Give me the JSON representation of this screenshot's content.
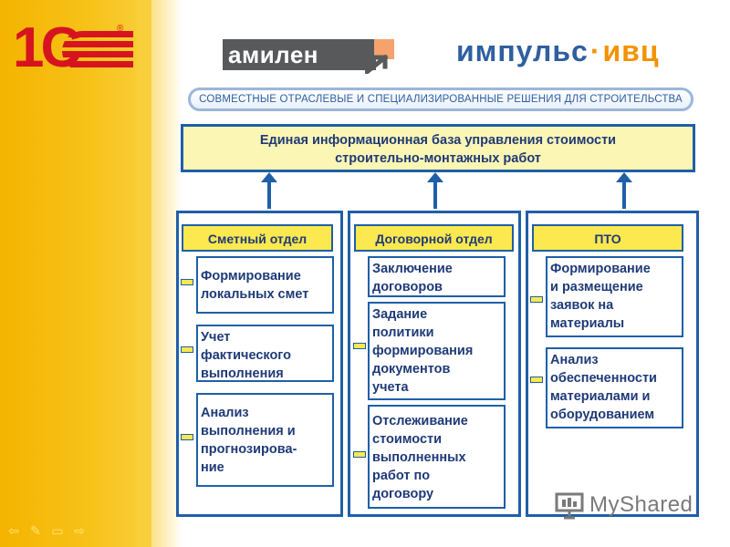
{
  "logos": {
    "one_c": "1С",
    "registered_mark": "®",
    "amilen": "амилен",
    "impuls_part1": "импульс",
    "impuls_separator": "·",
    "impuls_part2": "ивц"
  },
  "tagline": "СОВМЕСТНЫЕ ОТРАСЛЕВЫЕ И СПЕЦИАЛИЗИРОВАННЫЕ РЕШЕНИЯ ДЛЯ СТРОИТЕЛЬСТВА",
  "main_box": {
    "line1": "Единая информационная база управления стоимости",
    "line2": "строительно-монтажных работ"
  },
  "departments": [
    {
      "name": "Сметный отдел",
      "tasks": [
        [
          "Формирование",
          "локальных смет"
        ],
        [
          "Учет",
          "фактического",
          "выполнения"
        ],
        [
          "Анализ",
          "выполнения и",
          "прогнозирова-",
          "ние"
        ]
      ]
    },
    {
      "name": "Договорной отдел",
      "tasks": [
        [
          "Заключение",
          "договоров"
        ],
        [
          "Задание",
          "политики",
          "формирования",
          "документов",
          "учета"
        ],
        [
          "Отслеживание",
          "стоимости",
          "выполненных",
          "работ по",
          "договору"
        ]
      ]
    },
    {
      "name": "ПТО",
      "tasks": [
        [
          "Формирование",
          "и размещение",
          "заявок на",
          "материалы"
        ],
        [
          "Анализ",
          "обеспеченности",
          "материалами и",
          "оборудованием"
        ]
      ]
    }
  ],
  "navigation": {
    "prev_icon": "arrow-left-icon",
    "edit_icon": "pen-icon",
    "menu_icon": "slide-menu-icon",
    "next_icon": "arrow-right-icon"
  },
  "watermark": "MyShared",
  "colors": {
    "frame_blue": "#1f5fa8",
    "text_navy": "#1f3a78",
    "header_yellow": "#fce84f",
    "main_box_fill": "#fcf6b4",
    "strip_yellow": "#f4b400",
    "brand_red": "#d6141f",
    "brand_orange": "#f39200"
  }
}
